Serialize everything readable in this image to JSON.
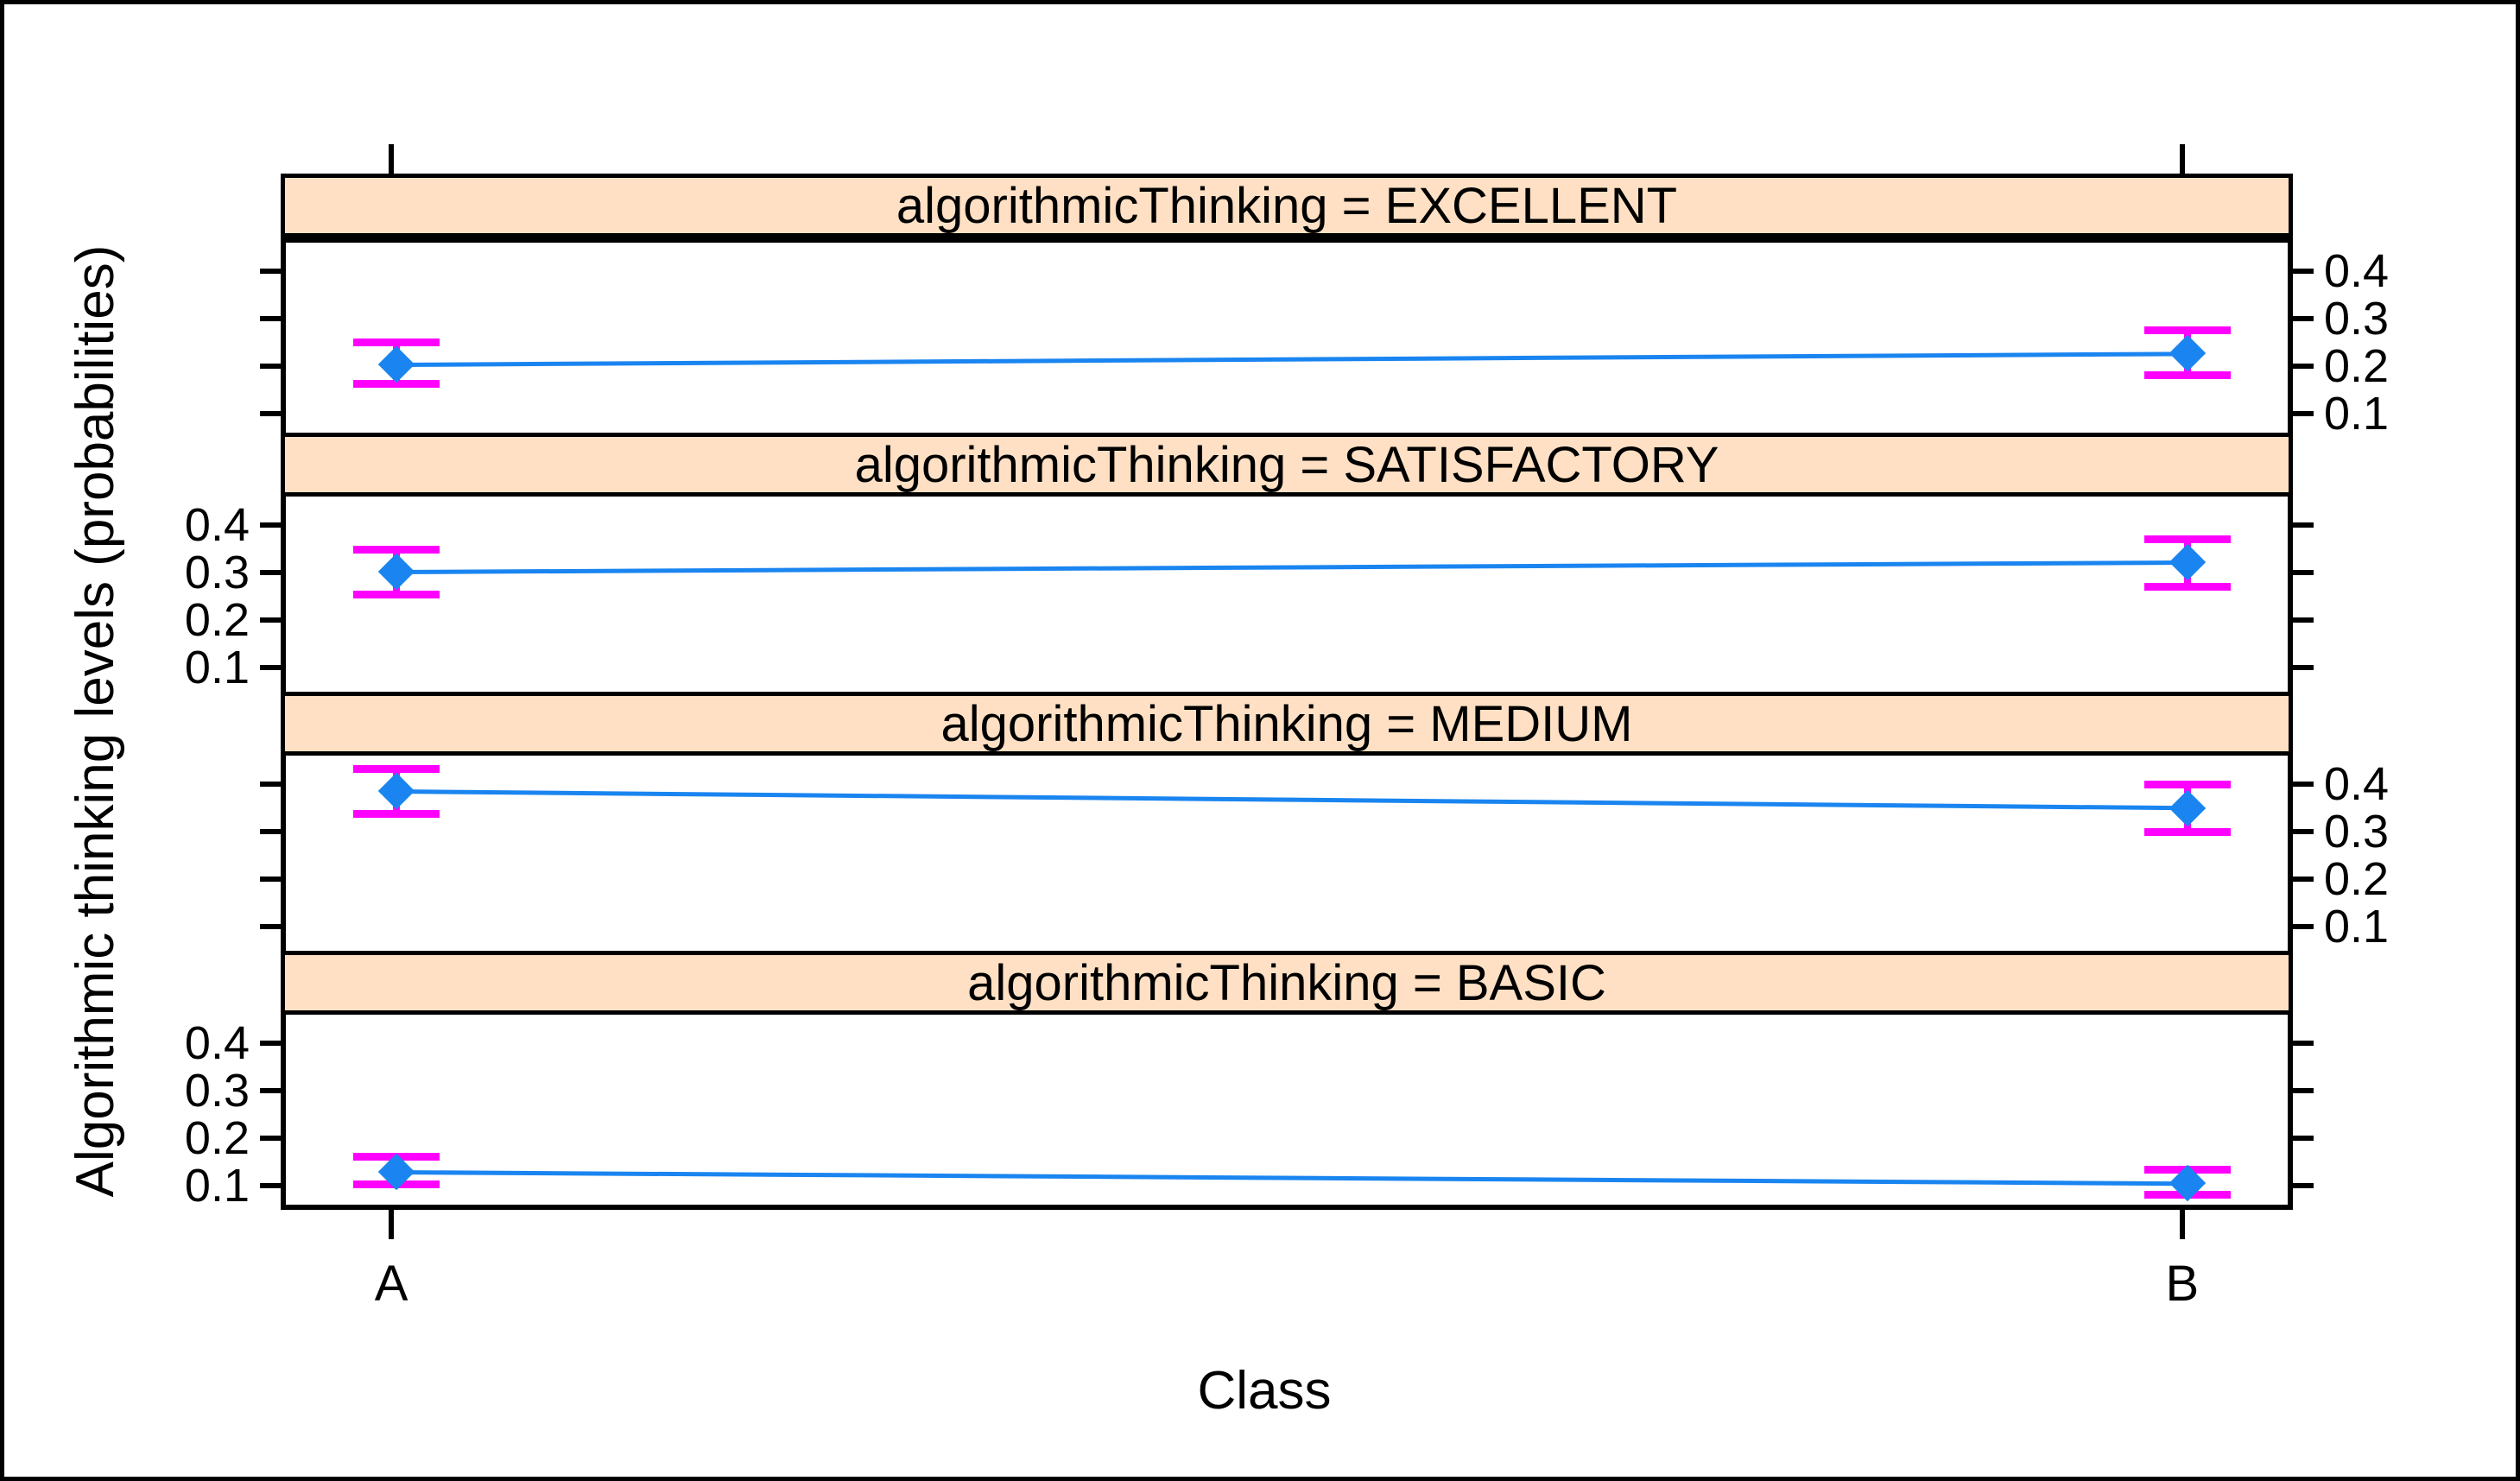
{
  "chart_data": {
    "type": "line",
    "title": "",
    "xlabel": "Class",
    "ylabel": "Algorithmic thinking levels (probabilities)",
    "categories": [
      "A",
      "B"
    ],
    "ylim": [
      0.05,
      0.46
    ],
    "yticks": [
      "0.1",
      "0.2",
      "0.3",
      "0.4"
    ],
    "ytick_values": [
      0.1,
      0.2,
      0.3,
      0.4
    ],
    "grid": false,
    "legend": null,
    "panel_variable": "algorithmicThinking",
    "point_color": "#1A85F0",
    "errorbar_color": "#FF00FF",
    "strip_color": "#FFE0C4",
    "panels": [
      {
        "label": "algorithmicThinking = EXCELLENT",
        "level": "EXCELLENT",
        "axis_side": "right",
        "series": [
          {
            "name": "A",
            "x": "A",
            "value": 0.205,
            "lower": 0.165,
            "upper": 0.252
          },
          {
            "name": "B",
            "x": "B",
            "value": 0.228,
            "lower": 0.183,
            "upper": 0.277
          }
        ]
      },
      {
        "label": "algorithmicThinking = SATISFACTORY",
        "level": "SATISFACTORY",
        "axis_side": "left",
        "series": [
          {
            "name": "A",
            "x": "A",
            "value": 0.302,
            "lower": 0.255,
            "upper": 0.35
          },
          {
            "name": "B",
            "x": "B",
            "value": 0.322,
            "lower": 0.272,
            "upper": 0.372
          }
        ]
      },
      {
        "label": "algorithmicThinking = MEDIUM",
        "level": "MEDIUM",
        "axis_side": "right",
        "series": [
          {
            "name": "A",
            "x": "A",
            "value": 0.385,
            "lower": 0.338,
            "upper": 0.432
          },
          {
            "name": "B",
            "x": "B",
            "value": 0.35,
            "lower": 0.3,
            "upper": 0.4
          }
        ]
      },
      {
        "label": "algorithmicThinking = BASIC",
        "level": "BASIC",
        "axis_side": "left",
        "series": [
          {
            "name": "A",
            "x": "A",
            "value": 0.13,
            "lower": 0.104,
            "upper": 0.162
          },
          {
            "name": "B",
            "x": "B",
            "value": 0.106,
            "lower": 0.082,
            "upper": 0.135
          }
        ]
      }
    ]
  }
}
